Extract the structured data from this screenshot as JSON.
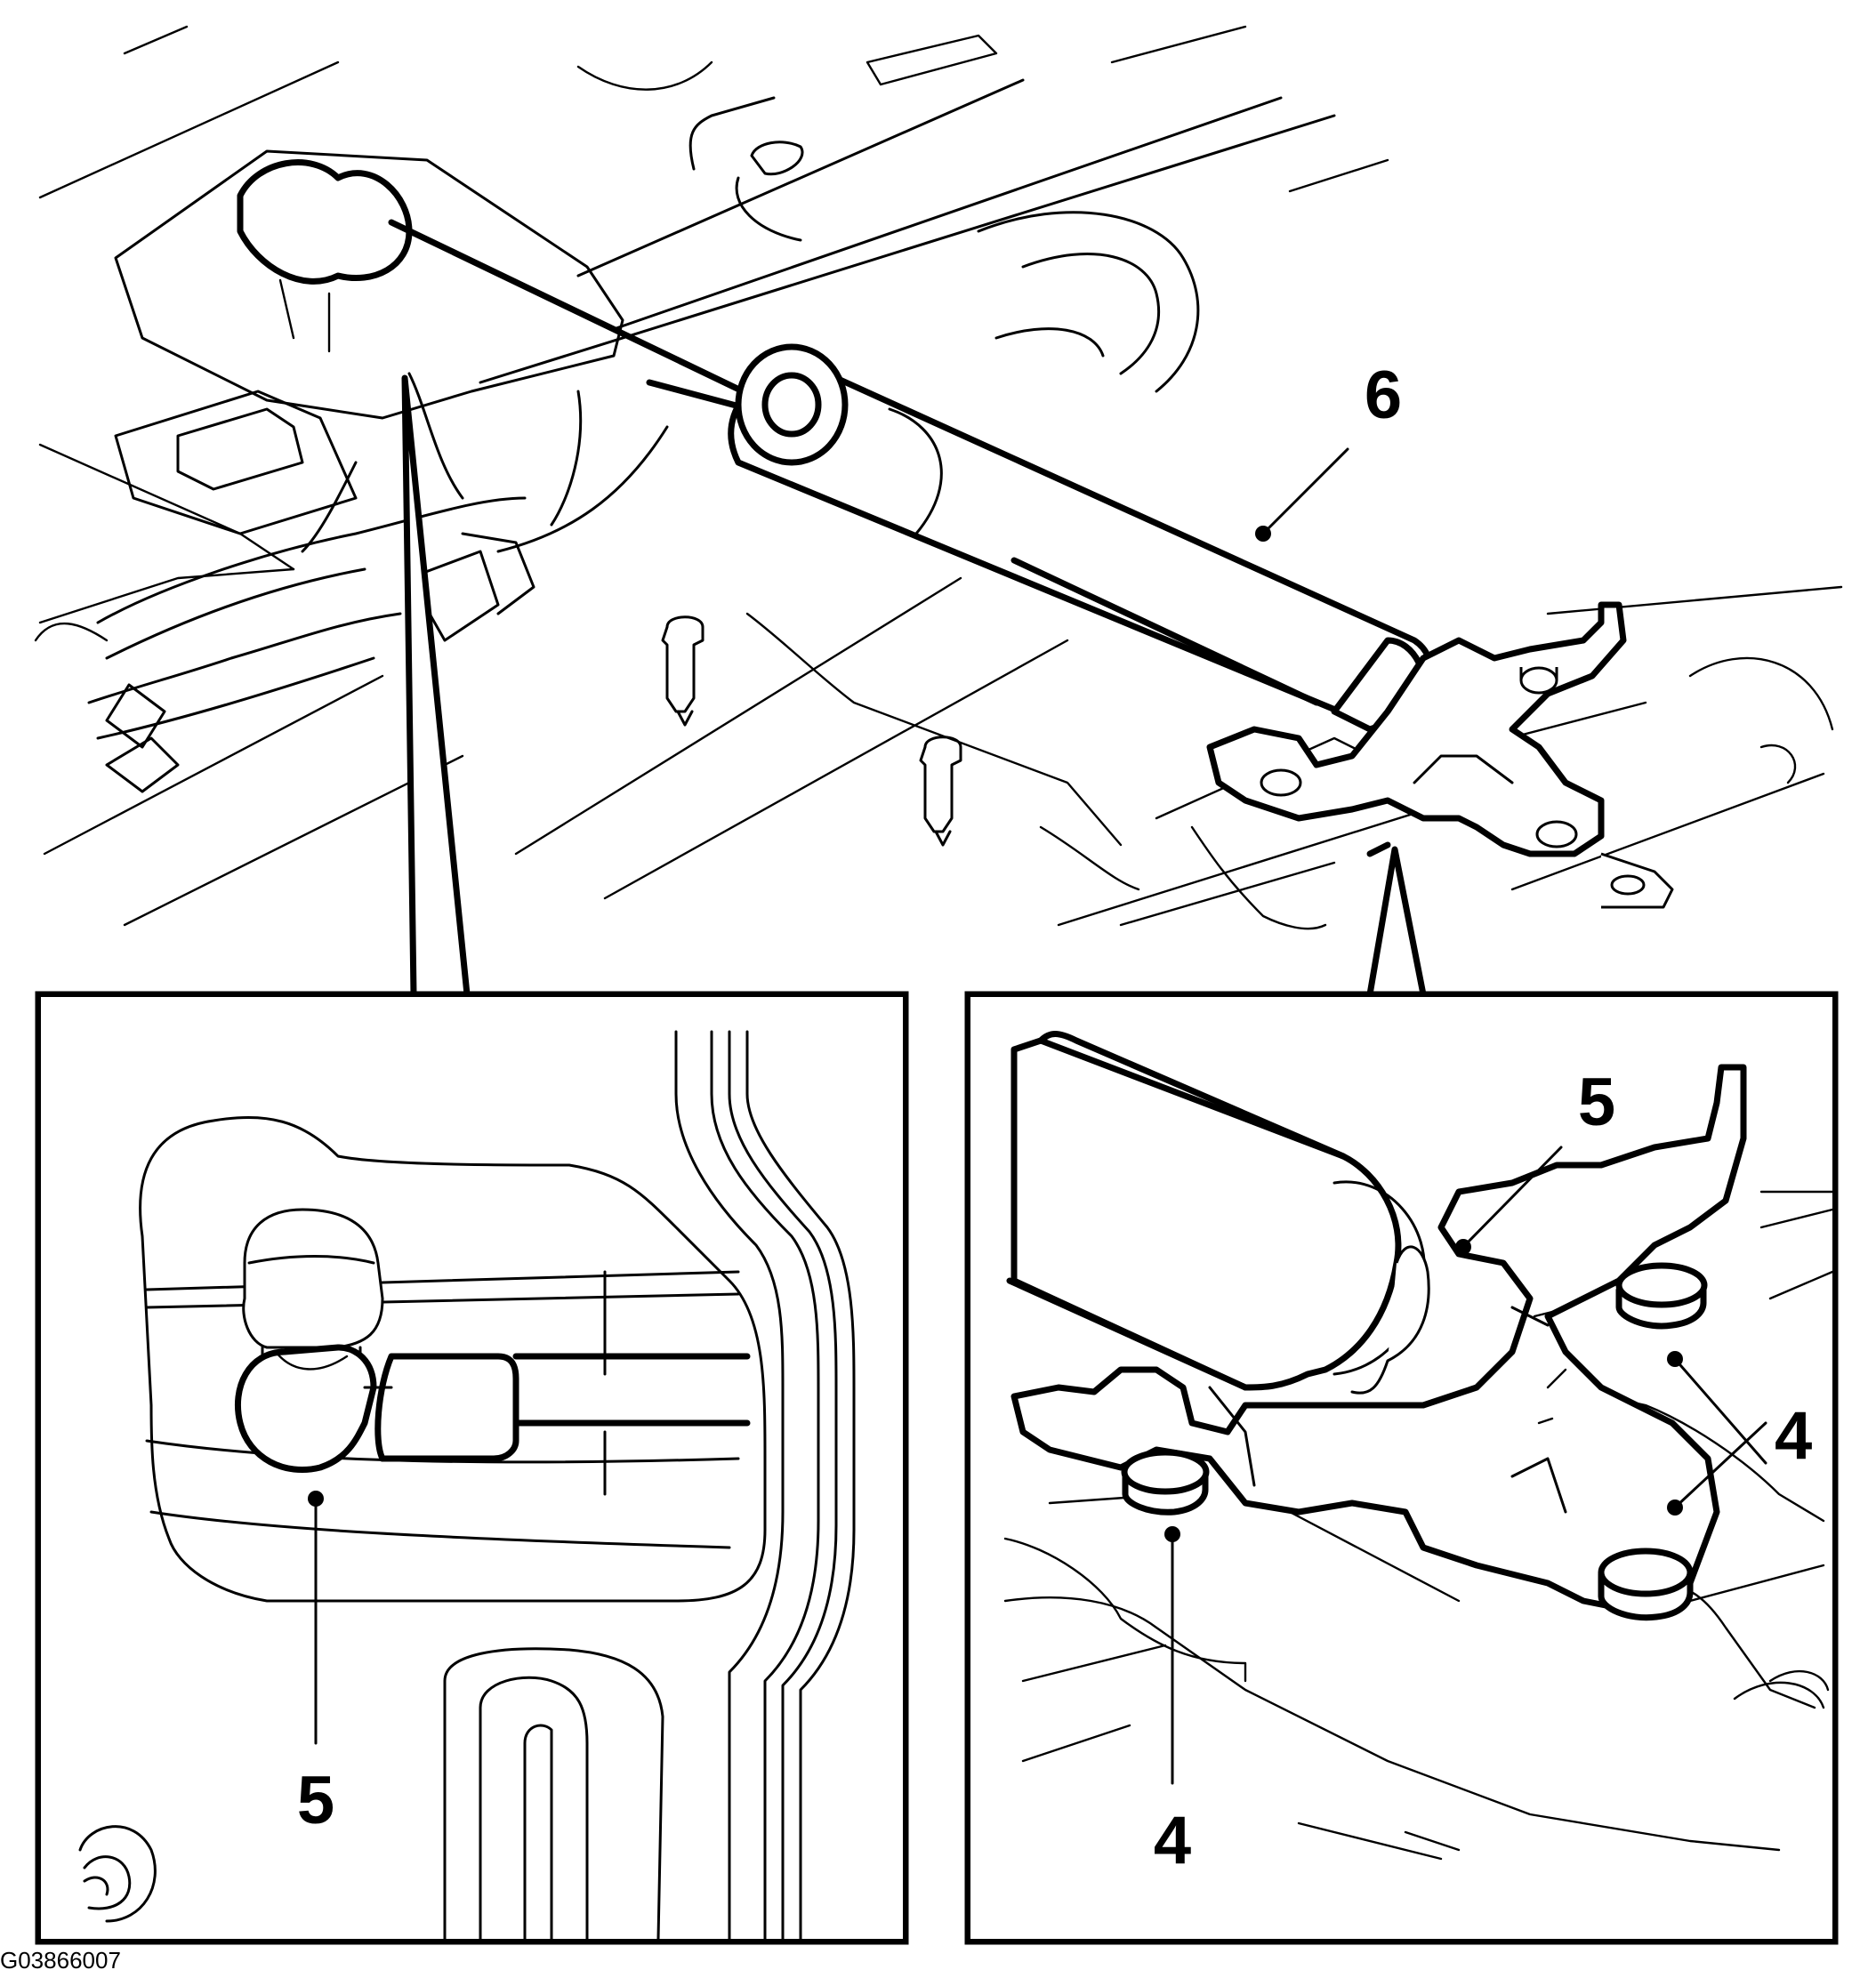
{
  "figure_id": "G03866007",
  "callouts": {
    "main_6": "6",
    "left_inset_5": "5",
    "right_inset_5": "5",
    "right_inset_4a": "4",
    "right_inset_4b": "4"
  }
}
